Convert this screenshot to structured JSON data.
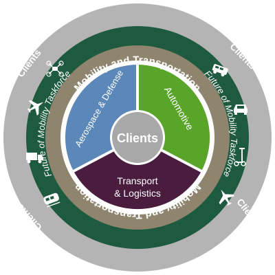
{
  "outer_ring": {
    "label_top_left": "Clients",
    "label_top_right": "Clients",
    "label_bottom_left": "Clients",
    "label_bottom_right": "Clients"
  },
  "green_ring": {
    "label_top": "Mobility and Transportation",
    "label_bottom": "Mobility and Transportation"
  },
  "taupe_ring": {
    "label_left": "Future of Mobility Taskforce",
    "label_right": "Future of Mobility Taskforce"
  },
  "sectors": {
    "aerospace": "Aerospace & Defense",
    "automotive": "Automotive",
    "transport_line1": "Transport",
    "transport_line2": "& Logistics"
  },
  "center": {
    "label": "Clients"
  },
  "icons": [
    "drone-icon",
    "van-icon",
    "car-icon",
    "scooter-icon",
    "airplane-icon",
    "truck-icon",
    "train-icon",
    "airplane-icon"
  ],
  "colors": {
    "outer_ring": "#b4b4b4",
    "green_ring": "#1e5a3f",
    "taupe_ring": "#8f846e",
    "aerospace": "#5b88b8",
    "automotive": "#59a52a",
    "transport": "#4a1d3f",
    "center": "#a8a8a8"
  }
}
